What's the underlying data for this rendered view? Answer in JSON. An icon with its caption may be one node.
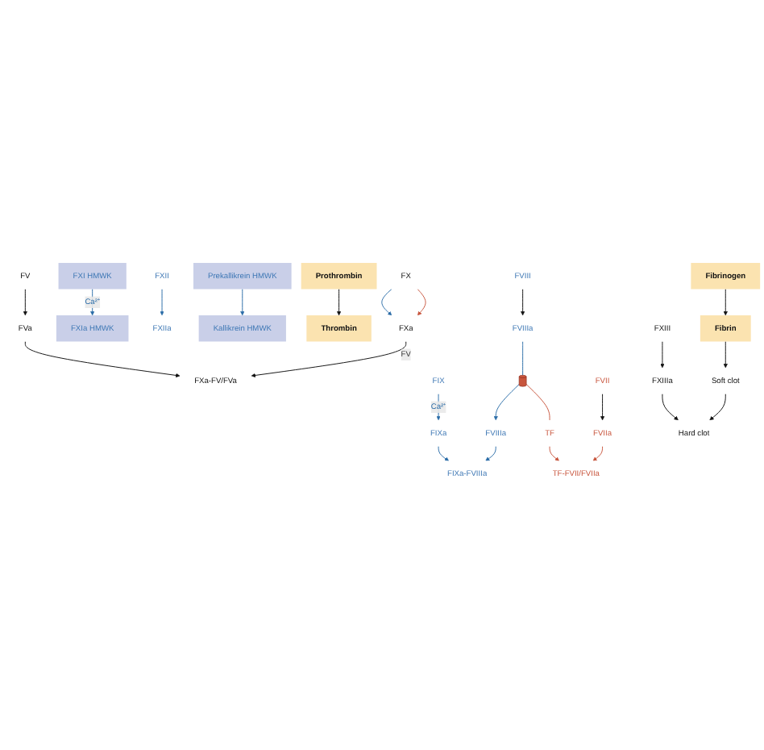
{
  "diagram": {
    "nodes": [
      {
        "text": [],
        "shape": "cylinder"
      },
      {
        "text": [
          "TF"
        ]
      },
      {
        "text": [
          "TF-FVII/FVIIa"
        ]
      },
      {
        "text": [
          "FX"
        ]
      },
      {
        "text": [
          "FXa"
        ]
      },
      {
        "text": [
          "FIXa-FVIIIa"
        ]
      },
      {
        "text": [
          "FVIIIa"
        ]
      },
      {
        "text": [
          "FIXa"
        ]
      },
      {
        "text": [
          "FIX"
        ]
      },
      {
        "text": [
          "FXIa HMWK"
        ]
      },
      {
        "text": [
          "FXI HMWK"
        ]
      },
      {
        "text": [
          "FXIIa"
        ]
      },
      {
        "text": [
          "FXII"
        ]
      },
      {
        "text": [
          "Prekallikrein HMWK"
        ]
      },
      {
        "text": [
          "Kallikrein HMWK"
        ]
      },
      {
        "text": [
          "FXa-FV/FVa"
        ]
      },
      {
        "text": [
          "Prothrombin"
        ]
      },
      {
        "text": [
          "Thrombin"
        ]
      },
      {
        "text": [
          "FV"
        ]
      },
      {
        "text": [
          "FVa"
        ]
      },
      {
        "text": [
          "FVII"
        ]
      },
      {
        "text": [
          "FVIIa"
        ]
      },
      {
        "text": [
          "FVIII"
        ]
      },
      {
        "text": [
          "FVIIIa"
        ]
      },
      {
        "text": [
          "FXIII"
        ]
      },
      {
        "text": [
          "FXIIIa"
        ]
      },
      {
        "text": [
          "Fibrinogen"
        ]
      },
      {
        "text": [
          "Fibrin"
        ]
      },
      {
        "text": [
          "Soft clot"
        ]
      },
      {
        "text": [
          "Hard clot"
        ]
      }
    ],
    "edges": [
      {
        "from": 0,
        "to": 1,
        "arrow": "none",
        "color": "#c8553d"
      },
      {
        "from": 1,
        "to": 2,
        "arrow": "to",
        "color": "#c8553d"
      },
      {
        "from": 21,
        "to": 2,
        "arrow": "to",
        "color": "#c8553d"
      },
      {
        "from": 0,
        "to": 6,
        "arrow": "to",
        "color": "#2a6ca8"
      },
      {
        "from": 23,
        "to": 0,
        "arrow": "none",
        "color": "#2a6ca8"
      },
      {
        "from": 3,
        "to": 4,
        "arrow": "to",
        "color": "#c8553d"
      },
      {
        "from": 3,
        "to": 4,
        "arrow": "to",
        "color": "#2a6ca8"
      },
      {
        "from": 6,
        "to": 5,
        "arrow": "to",
        "color": "#2a6ca8"
      },
      {
        "from": 7,
        "to": 5,
        "arrow": "to",
        "color": "#2a6ca8"
      },
      {
        "from": 8,
        "to": 7,
        "label": "Ca²⁺",
        "arrow": "to",
        "color": "#2a6ca8"
      },
      {
        "from": 10,
        "to": 9,
        "label": "Ca²⁺",
        "arrow": "to",
        "color": "#2a6ca8"
      },
      {
        "from": 12,
        "to": 11,
        "arrow": "to",
        "color": "#2a6ca8"
      },
      {
        "from": 13,
        "to": 14,
        "arrow": "to",
        "color": "#2a6ca8"
      },
      {
        "from": 4,
        "to": 15,
        "label": "FV",
        "arrow": "to"
      },
      {
        "from": 19,
        "to": 15,
        "arrow": "to"
      },
      {
        "from": 16,
        "to": 17,
        "arrow": "to"
      },
      {
        "from": 18,
        "to": 19,
        "arrow": "to"
      },
      {
        "from": 20,
        "to": 21,
        "arrow": "to"
      },
      {
        "from": 22,
        "to": 23,
        "arrow": "to"
      },
      {
        "from": 24,
        "to": 25,
        "arrow": "to"
      },
      {
        "from": 26,
        "to": 27,
        "arrow": "to"
      },
      {
        "from": 27,
        "to": 28,
        "arrow": "to"
      },
      {
        "from": 28,
        "to": 29,
        "arrow": "to"
      },
      {
        "from": 25,
        "to": 29,
        "arrow": "to"
      }
    ]
  }
}
